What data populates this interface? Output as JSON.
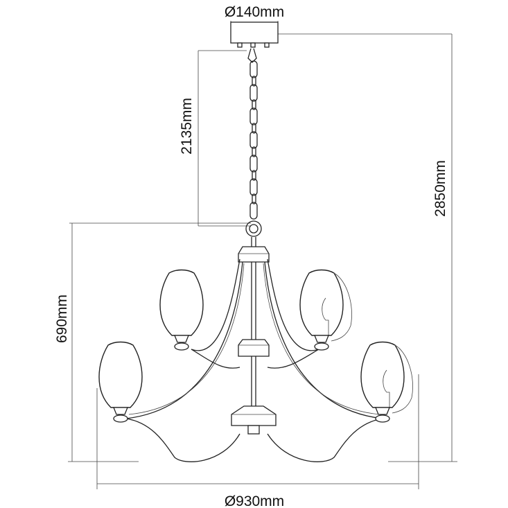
{
  "dimensions": {
    "canopy_diameter": "Ø140mm",
    "chain_length": "2135mm",
    "total_height": "2850mm",
    "body_height": "690mm",
    "overall_diameter": "Ø930mm"
  }
}
